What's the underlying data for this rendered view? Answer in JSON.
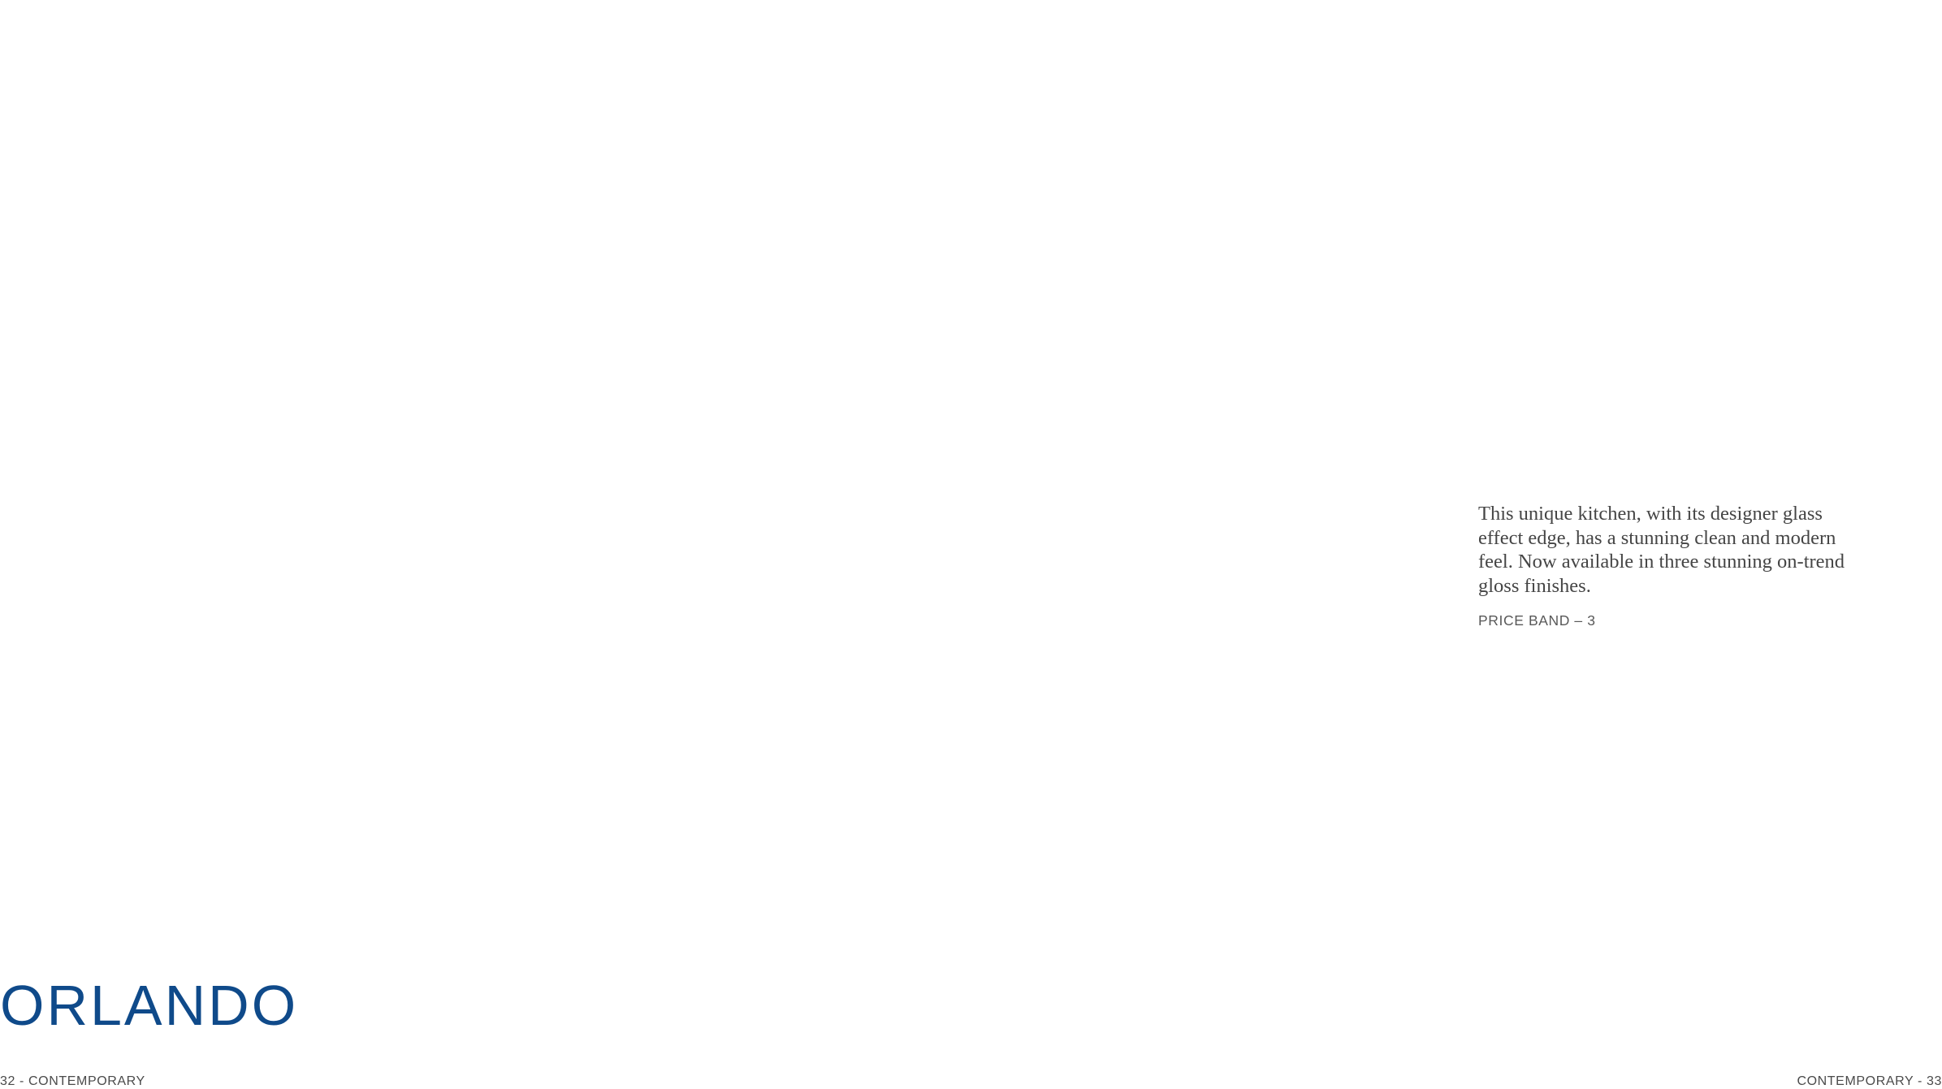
{
  "spread": {
    "description": "This unique kitchen, with its designer glass effect edge, has a stunning clean and modern feel. Now available in three stunning on-trend gloss finishes.",
    "price_band": "PRICE BAND – 3",
    "product_name": "ORLANDO",
    "footer_left": "32 - CONTEMPORARY",
    "footer_right": "CONTEMPORARY - 33"
  },
  "colors": {
    "title_blue": "#0f4a8a",
    "body_text": "#454545",
    "footer_text": "#4a4a4a",
    "background": "#ffffff"
  }
}
